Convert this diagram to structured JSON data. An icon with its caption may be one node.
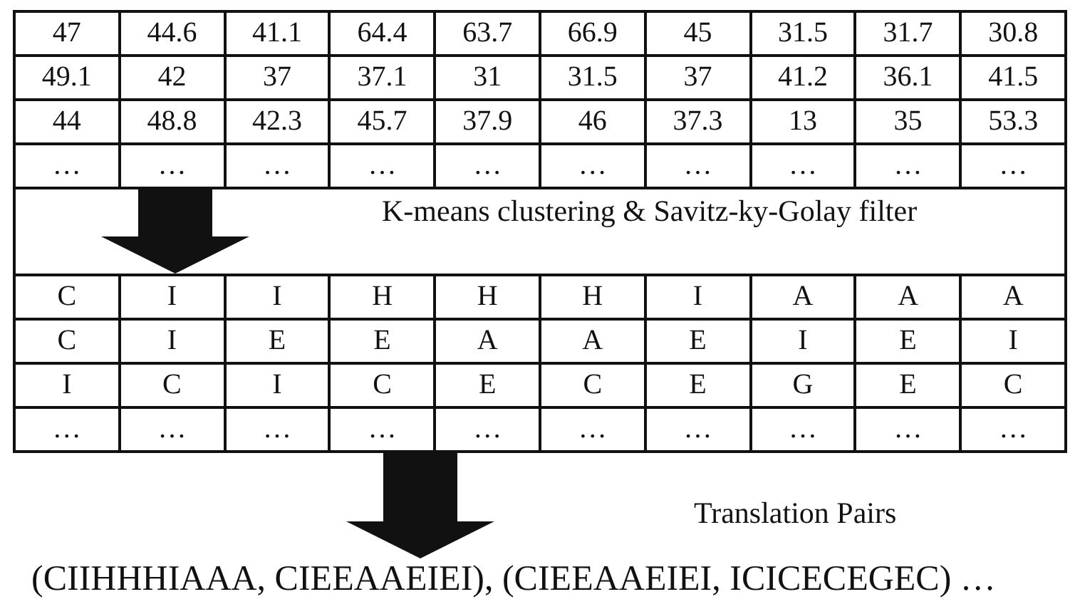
{
  "diagram": {
    "nodes": [
      {
        "text": [
          "47",
          "44.6",
          "41.1",
          "64.4",
          "63.7",
          "66.9",
          "45",
          "31.5",
          "31.7",
          "30.8",
          "49.1",
          "42",
          "37",
          "37.1",
          "31",
          "31.5",
          "37",
          "41.2",
          "36.1",
          "41.5",
          "44",
          "48.8",
          "42.3",
          "45.7",
          "37.9",
          "46",
          "37.3",
          "13",
          "35",
          "53.3",
          "…",
          "…",
          "…",
          "…",
          "…",
          "…",
          "…",
          "…",
          "…",
          "…"
        ]
      },
      {
        "text": [
          "C",
          "I",
          "I",
          "H",
          "H",
          "H",
          "I",
          "A",
          "A",
          "A",
          "C",
          "I",
          "E",
          "E",
          "A",
          "A",
          "E",
          "I",
          "E",
          "I",
          "I",
          "C",
          "I",
          "C",
          "E",
          "C",
          "E",
          "G",
          "E",
          "C",
          "…",
          "…",
          "…",
          "…",
          "…",
          "…",
          "…",
          "…",
          "…",
          "…"
        ]
      },
      {
        "text": [
          "(CIIHHHIAAA, CIEEAAEIEI), (CIEEAAEIEI, ICICECEGEC) …"
        ]
      }
    ],
    "edges": [
      {
        "from": 0,
        "to": 1,
        "arrow": "to"
      },
      {
        "from": 1,
        "to": 2,
        "arrow": "to"
      }
    ],
    "labels": [
      "K-means clustering & Savitz-ky-Golay filter",
      "Translation Pairs"
    ]
  }
}
